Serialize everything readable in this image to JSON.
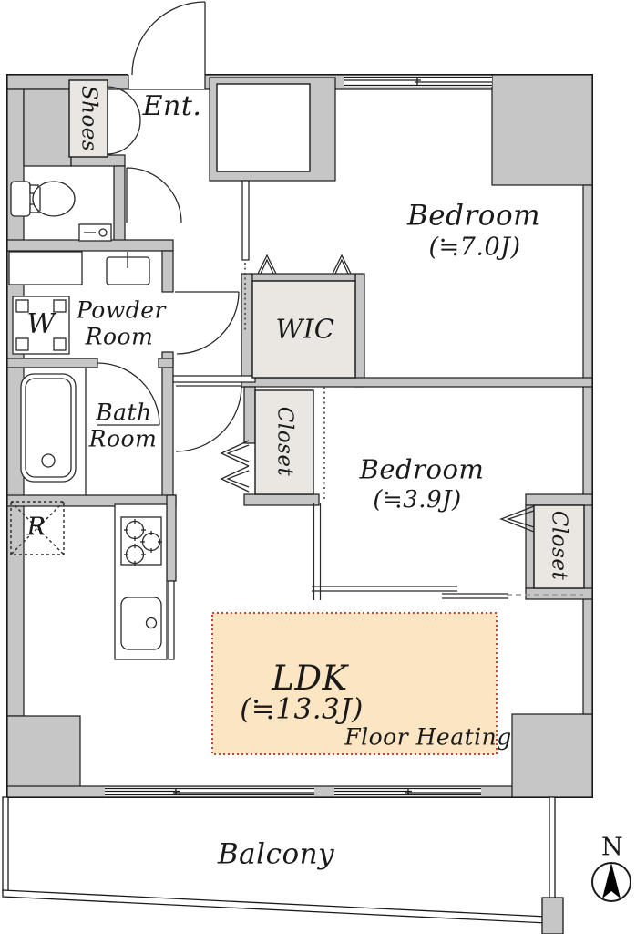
{
  "title": "apartment-floor-plan",
  "colors": {
    "wall_fill": "#c6c6c6",
    "storage_fill": "#eae7e2",
    "line": "#1a1a1a",
    "floor_heating_fill": "#fbe5c3",
    "floor_heating_border": "#bf4a30"
  },
  "rooms": {
    "entrance": {
      "label": "Ent."
    },
    "shoes": {
      "label": "Shoes"
    },
    "bedroom_main": {
      "label": "Bedroom",
      "size": "(≒7.0J)"
    },
    "wic": {
      "label": "WIC"
    },
    "powder_room": {
      "line1": "Powder",
      "line2": "Room"
    },
    "washer": {
      "label": "W"
    },
    "bath_room": {
      "line1": "Bath",
      "line2": "Room"
    },
    "closet_west": {
      "label": "Closet"
    },
    "bedroom_second": {
      "label": "Bedroom",
      "size": "(≒3.9J)"
    },
    "closet_east": {
      "label": "Closet"
    },
    "refrigerator": {
      "label": "R"
    },
    "ldk": {
      "label": "LDK",
      "size": "(≒13.3J)",
      "note": "Floor Heating"
    },
    "balcony": {
      "label": "Balcony"
    }
  },
  "compass": {
    "north_label": "N"
  }
}
